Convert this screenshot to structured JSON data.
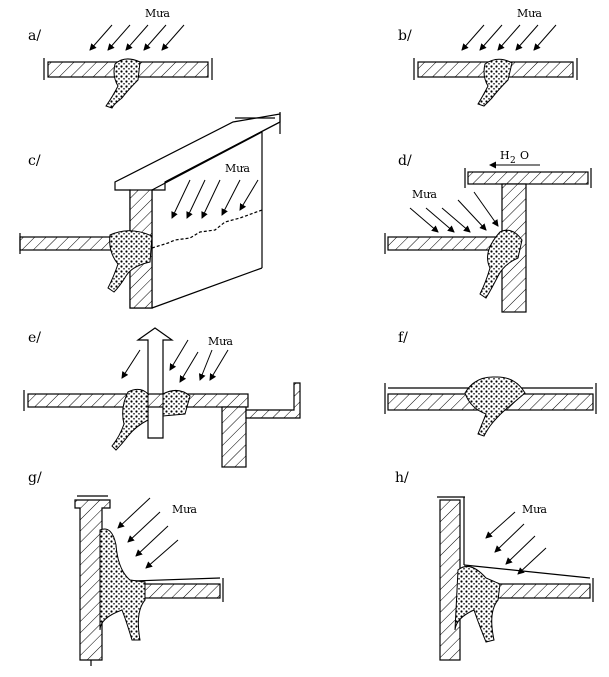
{
  "panels": [
    {
      "id": "a",
      "label": "a/",
      "rain_label": "Mưa"
    },
    {
      "id": "b",
      "label": "b/",
      "rain_label": "Mưa"
    },
    {
      "id": "c",
      "label": "c/",
      "rain_label": "Mưa"
    },
    {
      "id": "d",
      "label": "d/",
      "rain_label": "Mưa",
      "flow_label": "H",
      "flow_sub": "2",
      "flow_end": "O"
    },
    {
      "id": "e",
      "label": "e/",
      "rain_label": "Mưa"
    },
    {
      "id": "f",
      "label": "f/"
    },
    {
      "id": "g",
      "label": "g/",
      "rain_label": "Mưa"
    },
    {
      "id": "h",
      "label": "h/",
      "rain_label": "Mưa"
    }
  ]
}
